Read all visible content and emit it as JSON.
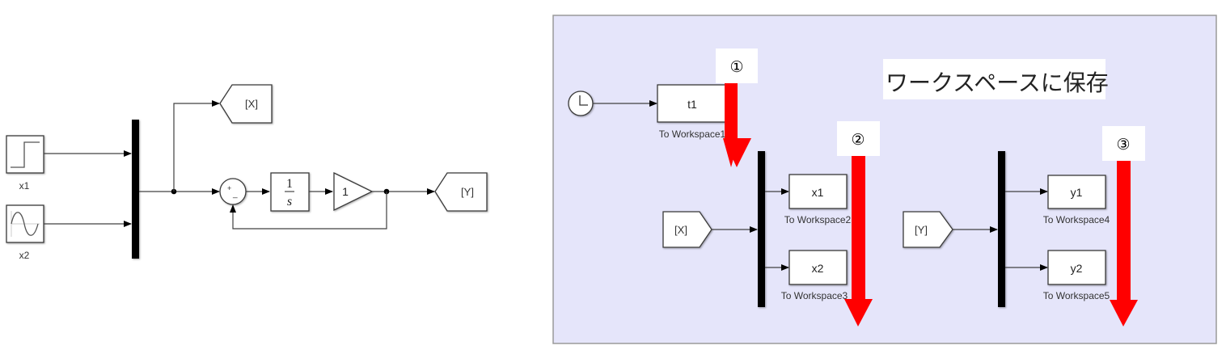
{
  "left_model": {
    "sources": [
      {
        "label": "x1",
        "icon": "step-icon"
      },
      {
        "label": "x2",
        "icon": "sine-wave-icon"
      }
    ],
    "goto_tags": [
      "[X]",
      "[Y]"
    ],
    "sum_signs": {
      "top": "+",
      "bottom": "_"
    },
    "integrator": {
      "numerator": "1",
      "denominator": "s"
    },
    "gain": "1"
  },
  "right_panel": {
    "background": "#e5e5fa",
    "title": "ワークスペースに保存",
    "clock": {
      "icon": "clock-icon"
    },
    "workspace_blocks": [
      {
        "var": "t1",
        "label": "To Workspace1"
      },
      {
        "var": "x1",
        "label": "To Workspace2"
      },
      {
        "var": "x2",
        "label": "To Workspace3"
      },
      {
        "var": "y1",
        "label": "To Workspace4"
      },
      {
        "var": "y2",
        "label": "To Workspace5"
      }
    ],
    "from_tags": [
      "[X]",
      "[Y]"
    ],
    "annotations": [
      {
        "number": "①",
        "color": "#ff0000"
      },
      {
        "number": "②",
        "color": "#ff0000"
      },
      {
        "number": "③",
        "color": "#ff0000"
      }
    ]
  }
}
